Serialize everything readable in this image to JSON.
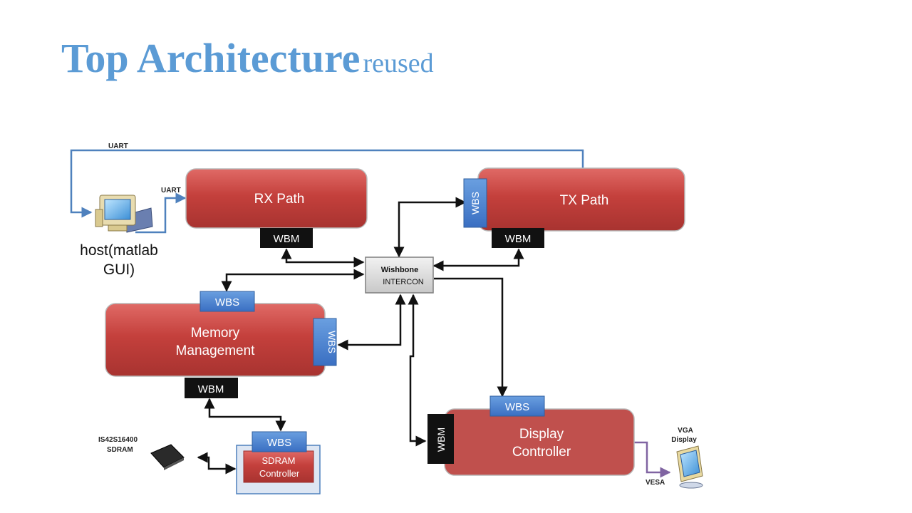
{
  "title": {
    "main": "Top Architecture",
    "sub": "reused"
  },
  "host": {
    "label_line1": "host(matlab",
    "label_line2": "GUI)"
  },
  "blocks": {
    "rx": "RX Path",
    "tx": "TX Path",
    "mem_line1": "Memory",
    "mem_line2": "Management",
    "disp_line1": "Display",
    "disp_line2": "Controller",
    "sdram_ctrl_line1": "SDRAM",
    "sdram_ctrl_line2": "Controller",
    "intercon_line1": "Wishbone",
    "intercon_line2": "INTERCON"
  },
  "ports": {
    "wbm": "WBM",
    "wbs": "WBS"
  },
  "links": {
    "uart_top": "UART",
    "uart_side": "UART",
    "vesa": "VESA"
  },
  "devices": {
    "sdram_line1": "IS42S16400",
    "sdram_line2": "SDRAM",
    "vga_line1": "VGA",
    "vga_line2": "Display"
  },
  "colors": {
    "title": "#5b9bd5",
    "block_red": "#c0504d",
    "port_blue": "#4f81bd",
    "port_black": "#111111",
    "vesa_line": "#8064a2",
    "uart_line": "#4f81bd"
  }
}
